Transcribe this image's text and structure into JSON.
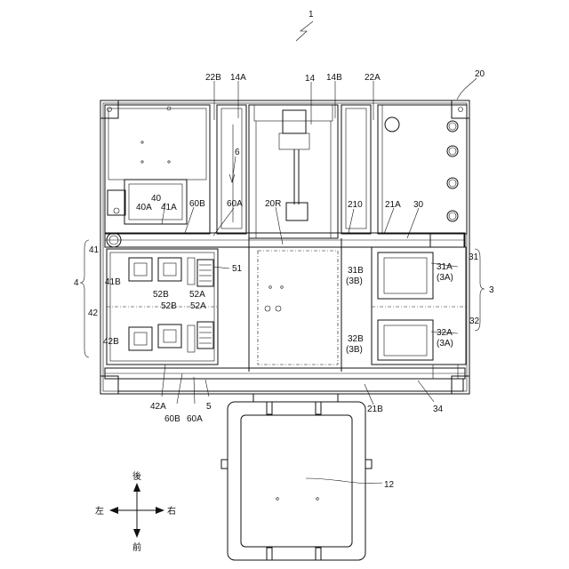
{
  "labels": {
    "n1": "1",
    "n20": "20",
    "n22B": "22B",
    "n14A": "14A",
    "n14": "14",
    "n14B": "14B",
    "n22A": "22A",
    "n6": "6",
    "n40": "40",
    "n40A": "40A",
    "n41A": "41A",
    "n60B_top": "60B",
    "n60A_top": "60A",
    "n20R": "20R",
    "n210": "210",
    "n21A": "21A",
    "n30": "30",
    "n41": "41",
    "n4": "4",
    "n41B": "41B",
    "n51": "51",
    "n52B_a": "52B",
    "n52A_a": "52A",
    "n52B_b": "52B",
    "n52A_b": "52A",
    "n31B": "31B",
    "n3B_a": "(3B)",
    "n31A": "31A",
    "n3A_a": "(3A)",
    "n31": "31",
    "n3": "3",
    "n32": "32",
    "n42": "42",
    "n42B": "42B",
    "n32B": "32B",
    "n3B_b": "(3B)",
    "n32A": "32A",
    "n3A_b": "(3A)",
    "n42A": "42A",
    "n5": "5",
    "n60B_bot": "60B",
    "n60A_bot": "60A",
    "n21B": "21B",
    "n34": "34",
    "n12": "12"
  },
  "compass": {
    "back": "後",
    "front": "前",
    "left": "左",
    "right": "右"
  }
}
